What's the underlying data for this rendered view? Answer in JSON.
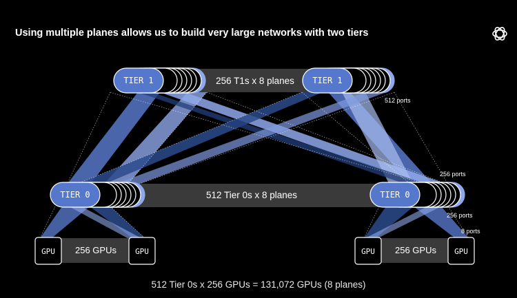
{
  "title": "Using multiple planes allows us to build very large networks with two tiers",
  "logo_icon": "openai-logo-icon",
  "colors": {
    "tier_blue": "#5577cc",
    "tier_light": "#8fa8ea",
    "band_gray": "#3a3a3a",
    "background": "#000000"
  },
  "tier1": {
    "left_label": "TIER 1",
    "right_label": "TIER 1",
    "band_text": "256 T1s x 8 planes",
    "ports_label": "512 ports"
  },
  "tier0": {
    "left_label": "TIER 0",
    "right_label": "TIER 0",
    "band_text": "512 Tier 0s x 8 planes",
    "ports_up_label": "256 ports",
    "ports_down_label": "256 ports",
    "gpu_ports_label": "8 ports"
  },
  "gpu_groups": {
    "left": {
      "gpu_left": "GPU",
      "gpu_right": "GPU",
      "band_text": "256 GPUs"
    },
    "right": {
      "gpu_left": "GPU",
      "gpu_right": "GPU",
      "band_text": "256 GPUs"
    }
  },
  "footer": "512 Tier 0s x 256 GPUs = 131,072 GPUs (8 planes)"
}
